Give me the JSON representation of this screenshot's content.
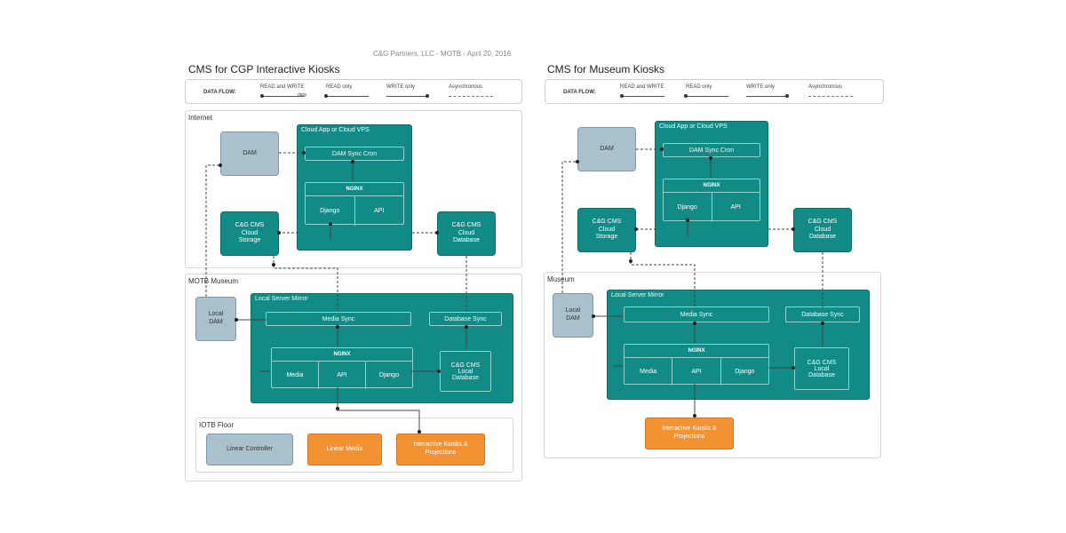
{
  "header_note": "C&G Partners, LLC - MOTB - April 20, 2016",
  "legend": {
    "label": "DATA FLOW:",
    "items": [
      "READ and WRITE",
      "READ only",
      "WRITE only",
      "Asynchronous"
    ],
    "sub": "data"
  },
  "left": {
    "title": "CMS for CGP Interactive Kiosks",
    "internet_label": "Internet",
    "dam": "DAM",
    "cloud_app_title": "Cloud App or Cloud VPS",
    "dam_sync_cron": "DAM Sync Cron",
    "nginx": "NGINX",
    "django": "Django",
    "api": "API",
    "cloud_storage": "C&G CMS\nCloud\nStorage",
    "cloud_database": "C&G CMS\nCloud\nDatabase",
    "museum_label": "MOTB Museum",
    "local_dam": "Local\nDAM",
    "local_mirror_title": "Local Server Mirror",
    "media_sync": "Media Sync",
    "database_sync": "Database Sync",
    "local_nginx": "NGINX",
    "media": "Media",
    "local_api": "API",
    "local_django": "Django",
    "local_database": "C&G CMS\nLocal\nDatabase",
    "floor_label": "IOTB Floor",
    "linear_controller": "Linear Controller",
    "linear_media": "Linear Media",
    "kiosks": "Interactive Kiosks &\nProjections"
  },
  "right": {
    "title": "CMS for Museum Kiosks",
    "dam": "DAM",
    "cloud_app_title": "Cloud App or Cloud VPS",
    "dam_sync_cron": "DAM Sync Cron",
    "nginx": "NGINX",
    "django": "Django",
    "api": "API",
    "cloud_storage": "C&G CMS\nCloud\nStorage",
    "cloud_database": "C&G CMS\nCloud\nDatabase",
    "museum_label": "Museum",
    "local_dam": "Local\nDAM",
    "local_mirror_title": "Local Server Mirror",
    "media_sync": "Media Sync",
    "database_sync": "Database Sync",
    "local_nginx": "NGINX",
    "media": "Media",
    "local_api": "API",
    "local_django": "Django",
    "local_database": "C&G CMS\nLocal\nDatabase",
    "kiosks": "Interactive Kiosks &\nProjections"
  },
  "colors": {
    "teal": "#128a85",
    "grey_blue": "#a9c1cc",
    "orange": "#f39232",
    "border": "#d8d8d8"
  }
}
